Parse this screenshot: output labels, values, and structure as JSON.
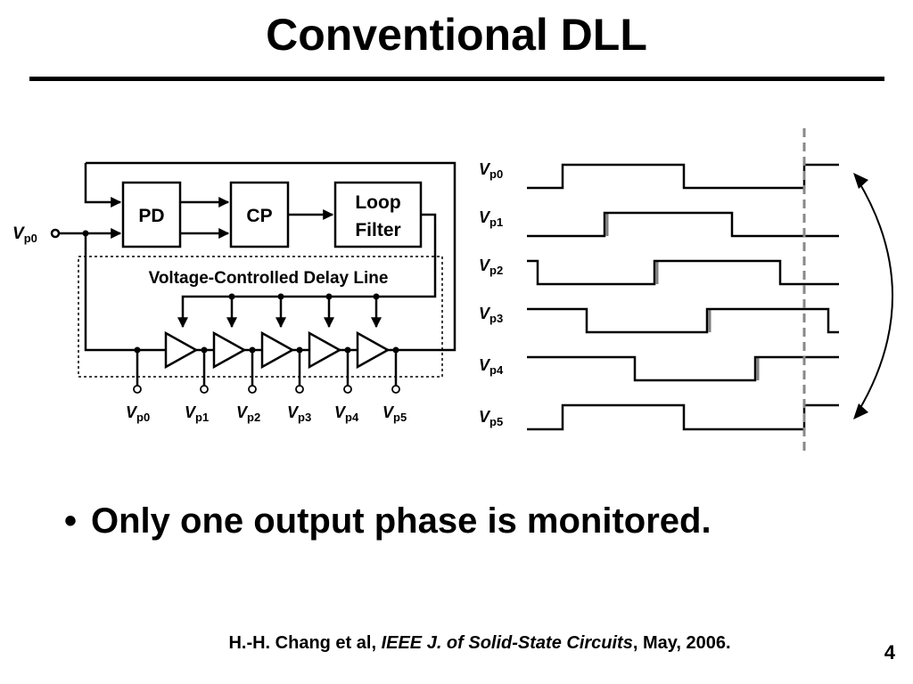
{
  "title": "Conventional DLL",
  "colors": {
    "accent": "#000000",
    "dashed_marker": "#888888",
    "waveform_ghost": "#808080"
  },
  "block_diagram": {
    "blocks": {
      "pd": "PD",
      "cp": "CP",
      "loop_filter_line1": "Loop",
      "loop_filter_line2": "Filter"
    },
    "vcdl_label": "Voltage-Controlled Delay Line",
    "input": {
      "v": "V",
      "sub": "p0"
    },
    "taps": [
      {
        "v": "V",
        "sub": "p0"
      },
      {
        "v": "V",
        "sub": "p1"
      },
      {
        "v": "V",
        "sub": "p2"
      },
      {
        "v": "V",
        "sub": "p3"
      },
      {
        "v": "V",
        "sub": "p4"
      },
      {
        "v": "V",
        "sub": "p5"
      }
    ]
  },
  "timing_diagram": {
    "signals": [
      {
        "v": "V",
        "sub": "p0"
      },
      {
        "v": "V",
        "sub": "p1"
      },
      {
        "v": "V",
        "sub": "p2"
      },
      {
        "v": "V",
        "sub": "p3"
      },
      {
        "v": "V",
        "sub": "p4"
      },
      {
        "v": "V",
        "sub": "p5"
      }
    ]
  },
  "bullet": "Only one output phase is monitored.",
  "citation": {
    "authors": "H.-H. Chang et al, ",
    "journal": "IEEE J. of Solid-State Circuits",
    "date": ", May, 2006."
  },
  "page_number": "4"
}
